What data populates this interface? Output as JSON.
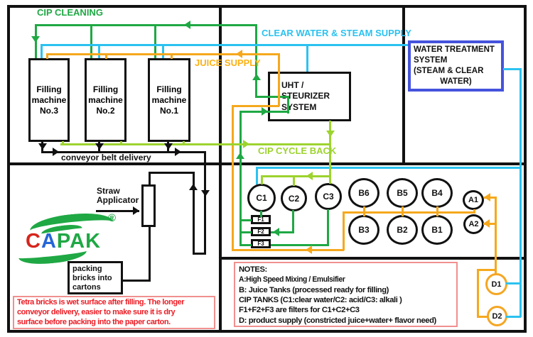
{
  "labels": {
    "cip_cleaning": "CIP CLEANING",
    "clear_water_steam": "CLEAR WATER & STEAM SUPPLY",
    "juice_supply": "JUICE SUPPLY",
    "cip_cycle_back": "CIP CYCLE BACK",
    "conveyor": "conveyor belt delivery"
  },
  "machines": [
    {
      "text": "Filling\nmachine\nNo.3"
    },
    {
      "text": "Filling\nmachine\nNo.2"
    },
    {
      "text": "Filling\nmachine\nNo.1"
    }
  ],
  "uht": {
    "text": "UHT /\nSTEURIZER\nSYSTEM"
  },
  "water_treatment": {
    "lines": [
      "WATER TREATMENT",
      "SYSTEM",
      "(STEAM & CLEAR",
      "WATER)"
    ]
  },
  "straw": {
    "text": "Straw\nApplicator"
  },
  "packing": {
    "text": "packing\nbricks into\ncartons"
  },
  "logo": {
    "letters": [
      {
        "char": "C",
        "color": "#D6251D"
      },
      {
        "char": "A",
        "color": "#2566D8"
      },
      {
        "char": "P",
        "color": "#1FA844"
      },
      {
        "char": "A",
        "color": "#1FA844"
      },
      {
        "char": "K",
        "color": "#1FA844"
      }
    ],
    "registered": "®"
  },
  "tanks": {
    "c": [
      "C1",
      "C2",
      "C3"
    ],
    "f": [
      "F1",
      "F2",
      "F3"
    ],
    "b_top": [
      "B6",
      "B5",
      "B4"
    ],
    "b_bottom": [
      "B3",
      "B2",
      "B1"
    ],
    "a": [
      "A1",
      "A2"
    ],
    "d": [
      "D1",
      "D2"
    ]
  },
  "notes": {
    "lines": [
      "NOTES:",
      "A:High Speed Mixing / Emulsifier",
      "B: Juice Tanks (processed ready for filling)",
      "CIP TANKS (C1:clear water/C2: acid/C3: alkali )",
      "F1+F2+F3 are filters for C1+C2+C3",
      "D: product supply (constricted juice+water+ flavor need)"
    ]
  },
  "warning": {
    "text": "Tetra bricks is wet surface after filling. The longer\nconveyor delivery, easier to make sure it is dry\nsurface before packing into the paper carton."
  },
  "colors": {
    "cip_green": "#1FA844",
    "cip_return_light_green": "#9DD32E",
    "water_cyan": "#2BC2F0",
    "juice_orange": "#F5A81D",
    "juice_text_yellow": "#FBB117",
    "water_treatment_border_blue": "#4553DD",
    "warning_red": "#EC1C24",
    "note_border_pink": "#F0908F",
    "line_black": "#111111"
  }
}
